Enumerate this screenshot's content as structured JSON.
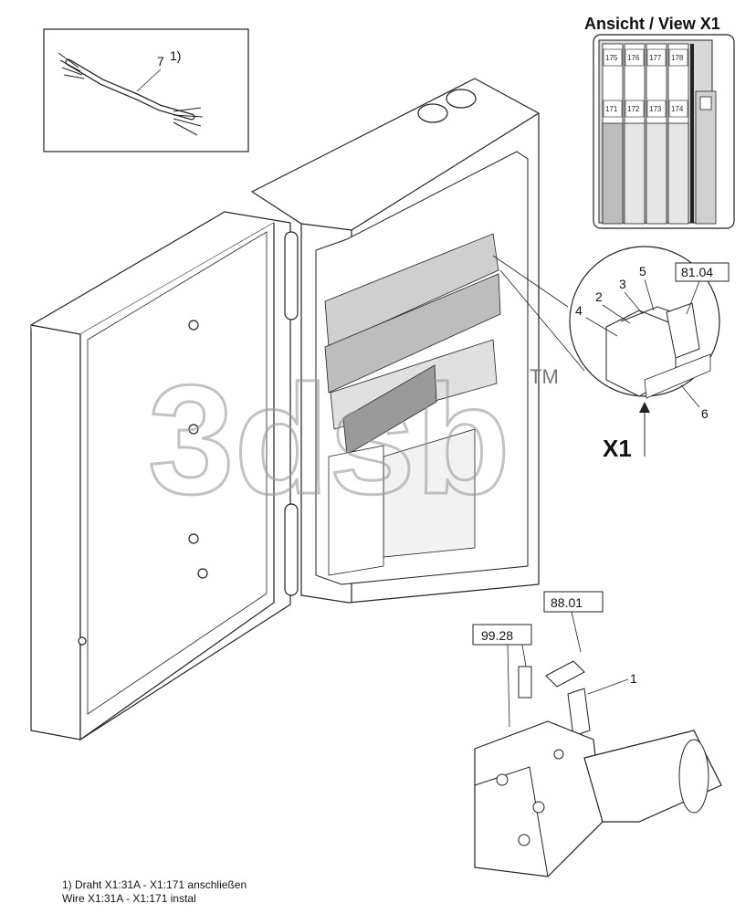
{
  "view_title": "Ansicht / View X1",
  "terminals_top": [
    "175",
    "176",
    "177",
    "178"
  ],
  "terminals_bottom": [
    "171",
    "172",
    "173",
    "174"
  ],
  "part_refs": {
    "ref_81_04": "81.04",
    "ref_88_01": "88.01",
    "ref_99_28": "99.28"
  },
  "callouts": {
    "c1": "1",
    "c2": "2",
    "c3": "3",
    "c4": "4",
    "c5": "5",
    "c6": "6",
    "c7": "7",
    "c7_sup": "1)"
  },
  "connector_label": "X1",
  "watermark": "3dsb",
  "watermark_tm": "TM",
  "footnote": {
    "line1": "1) Draht X1:31A - X1:171 anschließen",
    "line2": "Wire X1:31A - X1:171 instal"
  },
  "colors": {
    "line": "#222222",
    "fill_grey": "#bdbdbd",
    "watermark": "#9a9a9a"
  }
}
